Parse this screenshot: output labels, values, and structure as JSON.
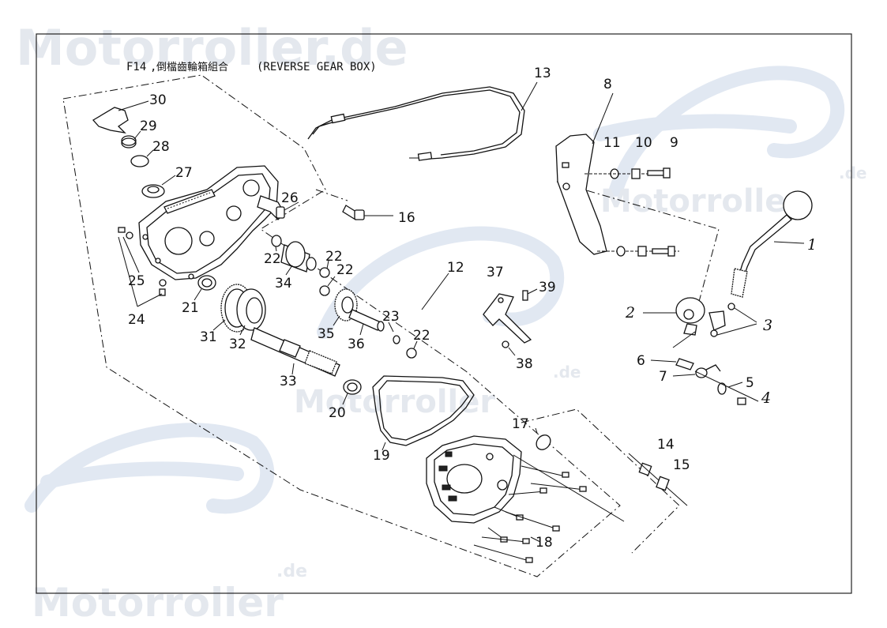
{
  "title": {
    "code": "F14",
    "separator": ",",
    "chinese": "倒檔齒輪箱組合",
    "english": "(REVERSE GEAR BOX)"
  },
  "watermark": {
    "text": "Motorroller.de",
    "small_a": "Motorroller",
    "small_a_suffix": ".de",
    "small_b": "Motorroller",
    "small_b_suffix": ".de",
    "bottom": "Motorroller",
    "bottom_suffix": ".de"
  },
  "callouts": {
    "p1": "1",
    "p2": "2",
    "p3": "3",
    "p4": "4",
    "p5": "5",
    "p6": "6",
    "p7": "7",
    "p8": "8",
    "p9": "9",
    "p10": "10",
    "p11": "11",
    "p12": "12",
    "p13": "13",
    "p14": "14",
    "p15": "15",
    "p16": "16",
    "p17": "17",
    "p18": "18",
    "p19": "19",
    "p20": "20",
    "p21": "21",
    "p22a": "22",
    "p22b": "22",
    "p22c": "22",
    "p22d": "22",
    "p23": "23",
    "p24": "24",
    "p25": "25",
    "p26": "26",
    "p27": "27",
    "p28": "28",
    "p29": "29",
    "p30": "30",
    "p31": "31",
    "p32": "32",
    "p33": "33",
    "p34": "34",
    "p35": "35",
    "p36": "36",
    "p37": "37",
    "p38": "38",
    "p39": "39"
  }
}
